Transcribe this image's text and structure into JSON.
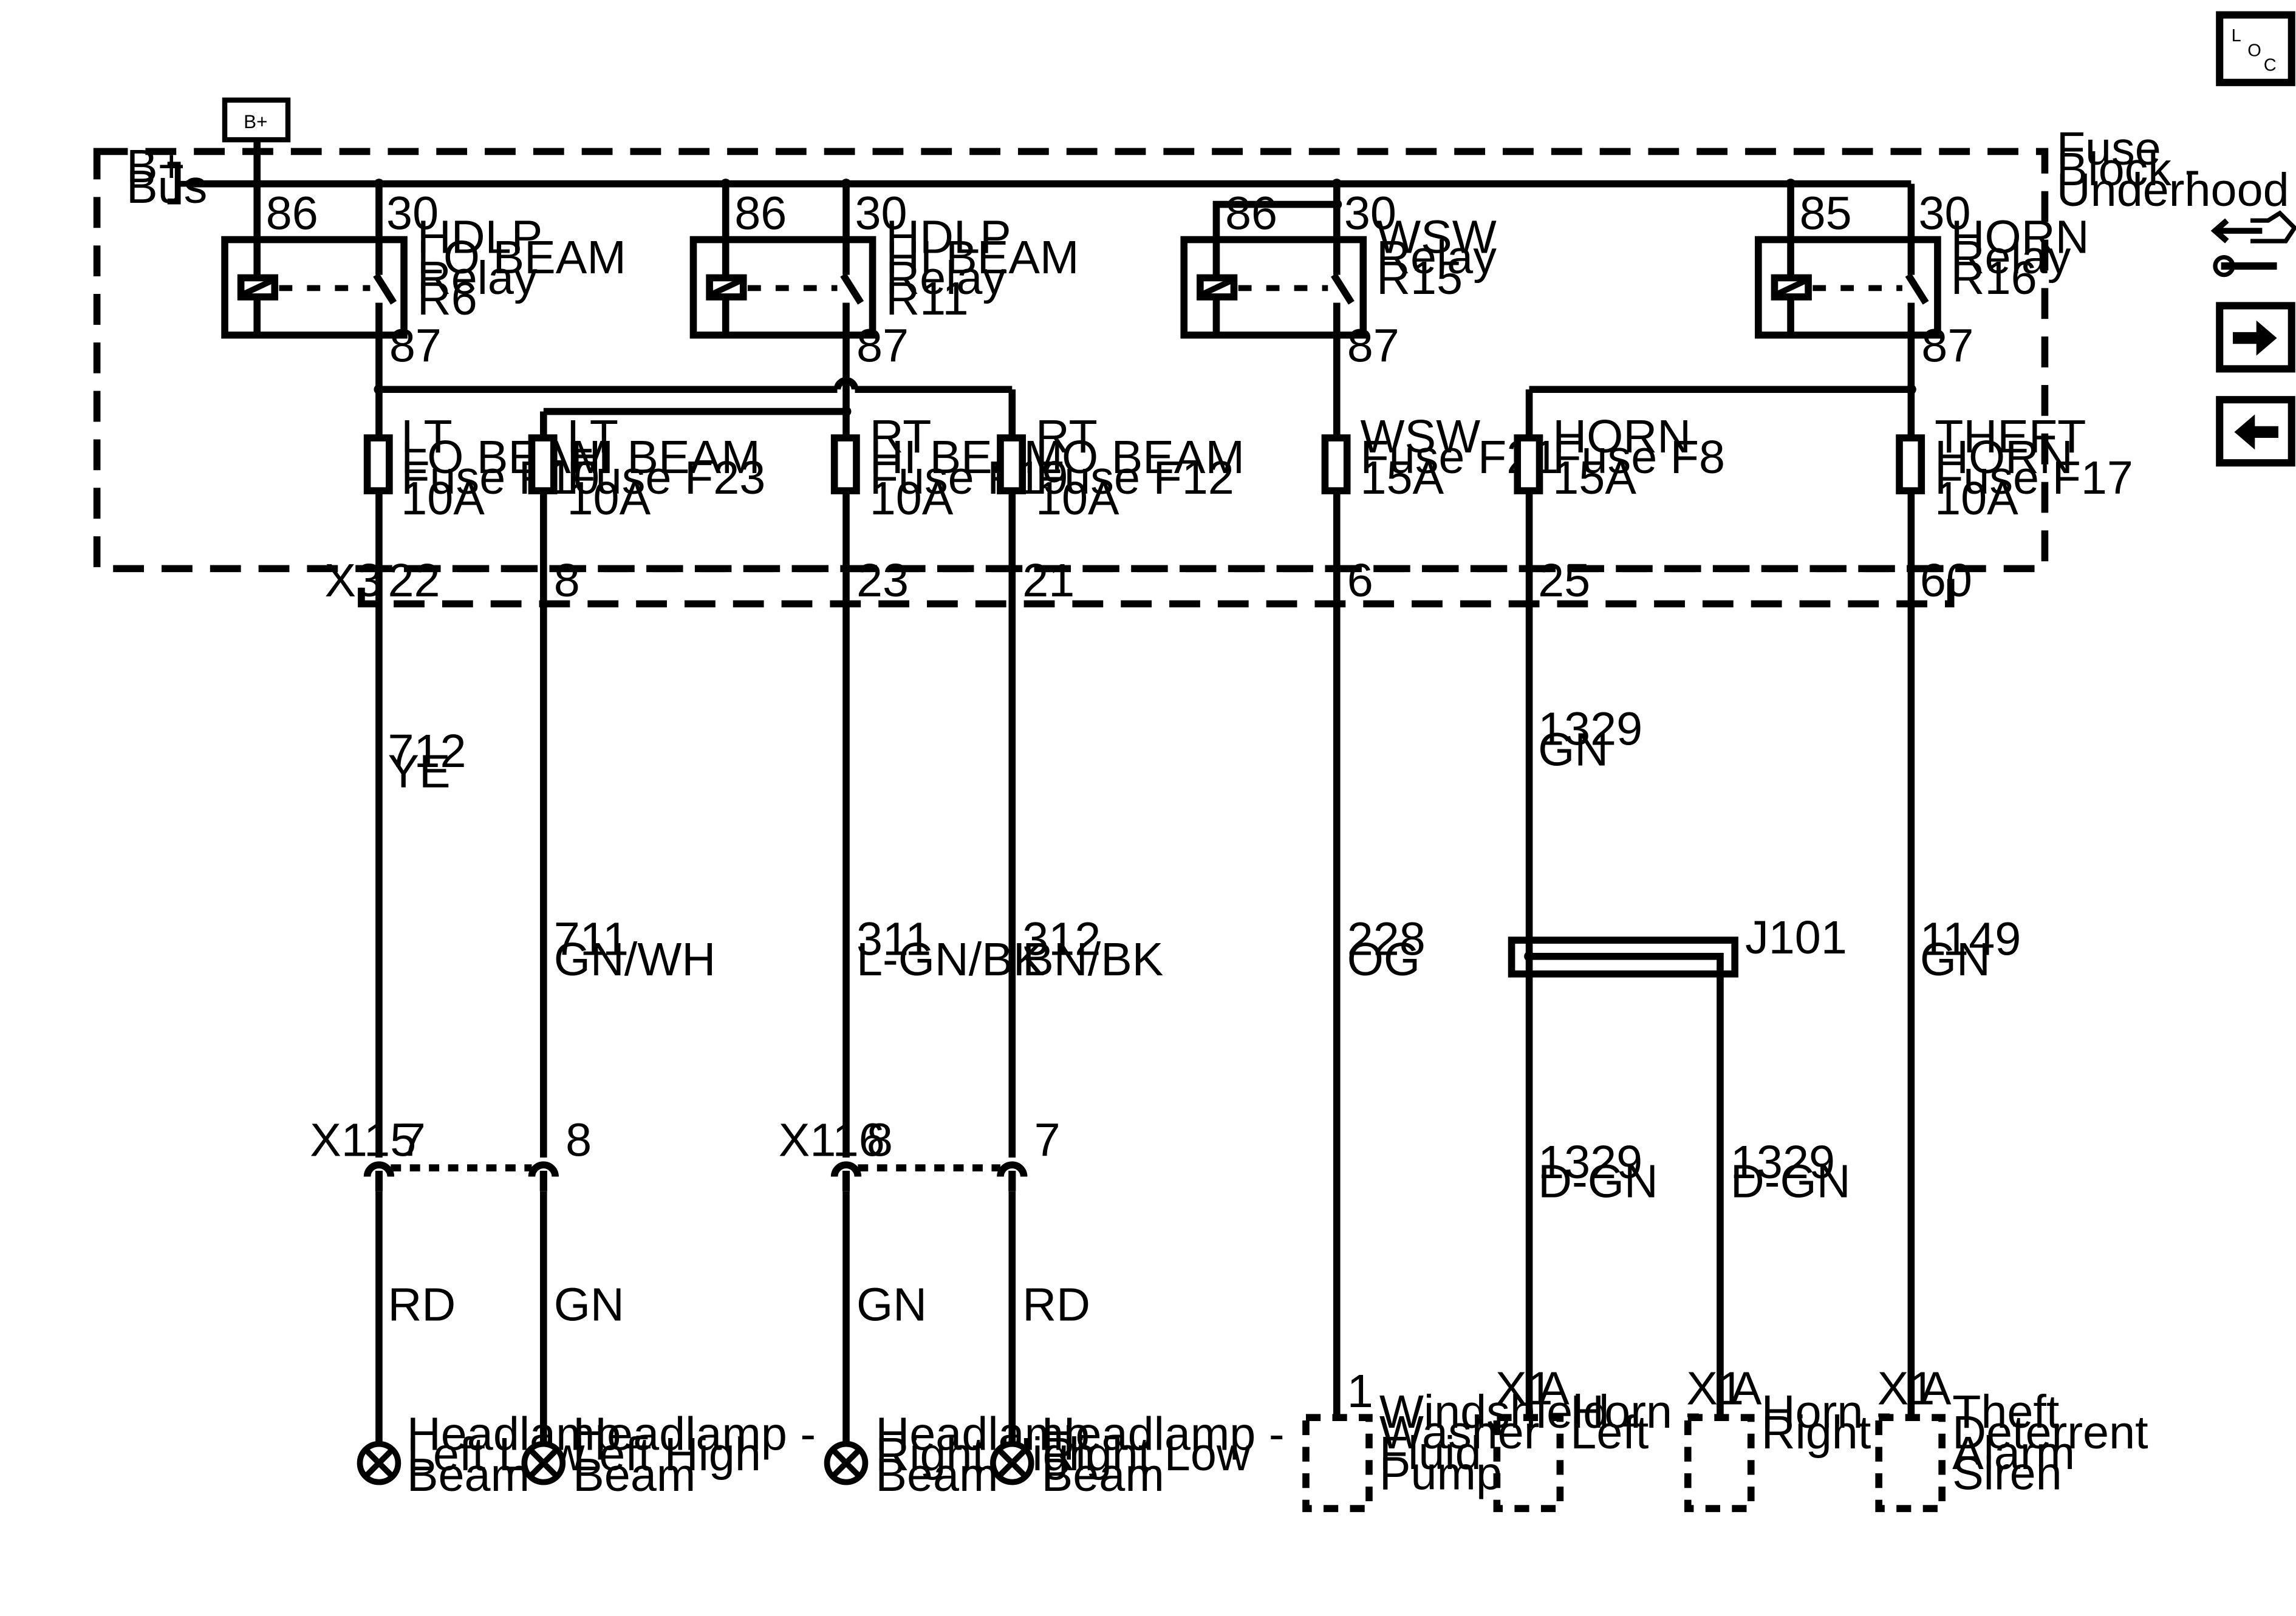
{
  "power": {
    "bplus_label": "B+",
    "bus_line1": "B+",
    "bus_line2": "Bus"
  },
  "fuse_block": {
    "line1": "Fuse",
    "line2": "Block -",
    "line3": "Underhood"
  },
  "connector_x3": "X3",
  "relays": [
    {
      "pin_coil": "86",
      "pin_in": "30",
      "pin_out": "87",
      "l1": "HDLP",
      "l2": "LO BEAM",
      "l3": "Relay",
      "l4": "R6"
    },
    {
      "pin_coil": "86",
      "pin_in": "30",
      "pin_out": "87",
      "l1": "HDLP",
      "l2": "HI BEAM",
      "l3": "Relay",
      "l4": "R11"
    },
    {
      "pin_coil": "86",
      "pin_in": "30",
      "pin_out": "87",
      "l1": "WSW",
      "l2": "Relay",
      "l3": "R15",
      "l4": ""
    },
    {
      "pin_coil": "85",
      "pin_in": "30",
      "pin_out": "87",
      "l1": "HORN",
      "l2": "Relay",
      "l3": "R16",
      "l4": ""
    }
  ],
  "fuses": [
    {
      "l1": "LT",
      "l2": "LO BEAM",
      "l3": "Fuse F10",
      "l4": "10A",
      "pin": "22"
    },
    {
      "l1": "LT",
      "l2": "HI BEAM",
      "l3": "Fuse F23",
      "l4": "10A",
      "pin": "8"
    },
    {
      "l1": "RT",
      "l2": "HI BEAM",
      "l3": "Fuse F19",
      "l4": "10A",
      "pin": "23"
    },
    {
      "l1": "RT",
      "l2": "LO BEAM",
      "l3": "Fuse F12",
      "l4": "10A",
      "pin": "21"
    },
    {
      "l1": "WSW",
      "l2": "Fuse F21",
      "l3": "15A",
      "l4": "",
      "pin": "6"
    },
    {
      "l1": "HORN",
      "l2": "Fuse F8",
      "l3": "15A",
      "l4": "",
      "pin": "25"
    },
    {
      "l1": "THEFT",
      "l2": "HORN",
      "l3": "Fuse F17",
      "l4": "10A",
      "pin": "60"
    }
  ],
  "wires": [
    {
      "circuit": "712",
      "color": "YE"
    },
    {
      "circuit": "711",
      "color": "GN/WH"
    },
    {
      "circuit": "311",
      "color": "L-GN/BK"
    },
    {
      "circuit": "312",
      "color": "BN/BK"
    },
    {
      "circuit": "228",
      "color": "OG"
    },
    {
      "circuit": "1329",
      "color": "GN"
    },
    {
      "circuit": "1149",
      "color": "GN"
    },
    {
      "circuit": "1329",
      "color": "D-GN"
    },
    {
      "circuit": "1329",
      "color": "D-GN"
    }
  ],
  "splice": "J101",
  "inline_connectors": [
    {
      "name": "X115",
      "pin_a": "7",
      "pin_b": "8"
    },
    {
      "name": "X116",
      "pin_a": "8",
      "pin_b": "7"
    }
  ],
  "lamp_wires": [
    "RD",
    "GN",
    "GN",
    "RD"
  ],
  "lamps": [
    {
      "l1": "Headlamp -",
      "l2": "Left Low",
      "l3": "Beam"
    },
    {
      "l1": "Headlamp -",
      "l2": "Left High",
      "l3": "Beam"
    },
    {
      "l1": "Headlamp -",
      "l2": "Right High",
      "l3": "Beam"
    },
    {
      "l1": "Headlamp -",
      "l2": "Right Low",
      "l3": "Beam"
    }
  ],
  "devices": [
    {
      "conn": "",
      "pin": "1",
      "l1": "Windshield",
      "l2": "Washer",
      "l3": "Fluid",
      "l4": "Pump"
    },
    {
      "conn": "X1",
      "pin": "A",
      "l1": "Horn -",
      "l2": "Left",
      "l3": "",
      "l4": ""
    },
    {
      "conn": "X1",
      "pin": "A",
      "l1": "Horn -",
      "l2": "Right",
      "l3": "",
      "l4": ""
    },
    {
      "conn": "X1",
      "pin": "A",
      "l1": "Theft",
      "l2": "Deterrent",
      "l3": "Alarm",
      "l4": "Siren"
    }
  ],
  "nav": {
    "loc_l": "L",
    "loc_o": "O",
    "loc_c": "C"
  }
}
